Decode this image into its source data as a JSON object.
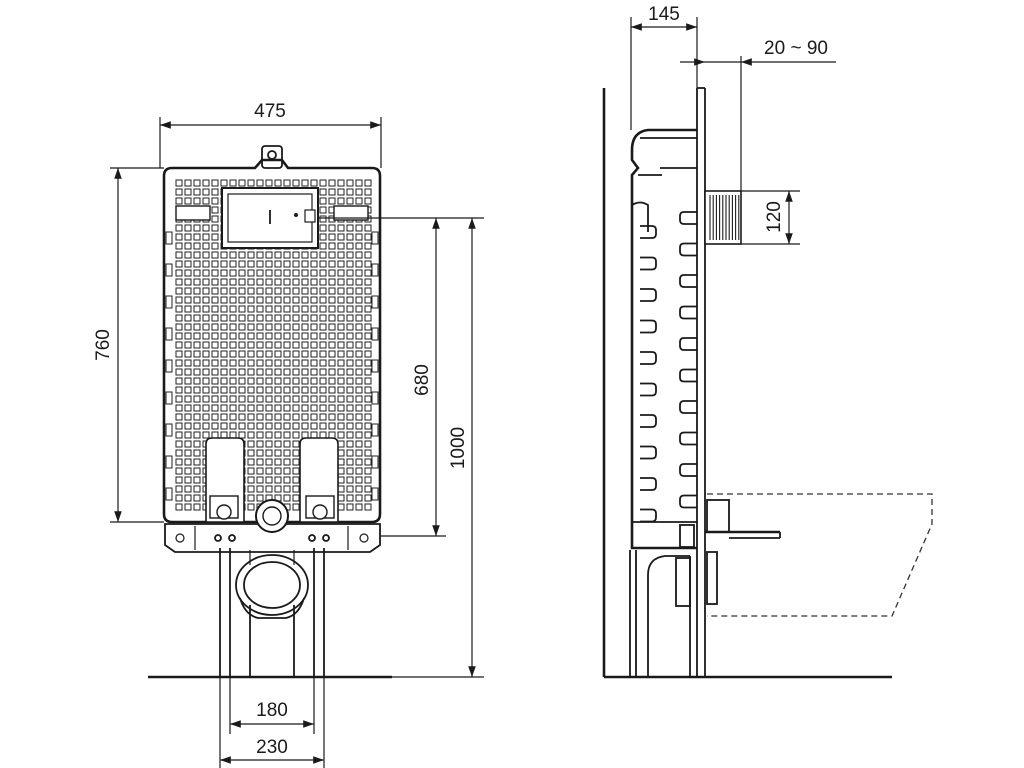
{
  "dimensions": {
    "front_width": "475",
    "frame_height": "760",
    "actuator_height": "680",
    "total_height": "1000",
    "inner_feet": "180",
    "outer_feet": "230",
    "depth": "145",
    "wall_offset": "20 ~ 90",
    "actuator_size": "120"
  }
}
